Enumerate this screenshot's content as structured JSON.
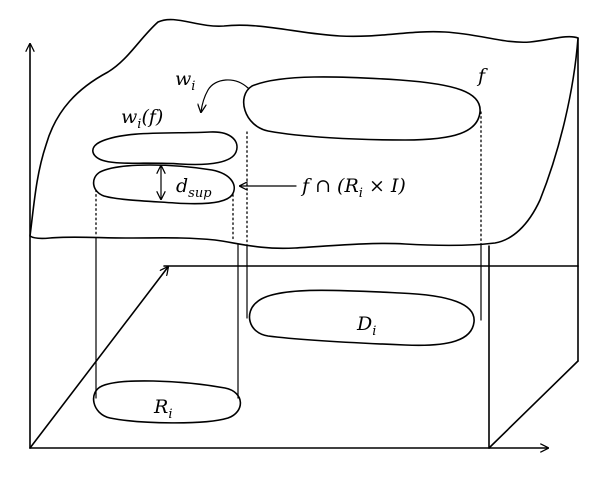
{
  "labels": {
    "f": "f",
    "w_i": "w",
    "w_i_sub": "i",
    "w_i_f_main": "w",
    "w_i_f_sub": "i",
    "w_i_f_tail": "(f)",
    "d_main": "d",
    "d_sub": "sup",
    "intersection": "f ∩ (R",
    "intersection_sub": "i",
    "intersection_tail": " × I)",
    "D_main": "D",
    "D_sub": "i",
    "R_main": "R",
    "R_sub": "i"
  }
}
